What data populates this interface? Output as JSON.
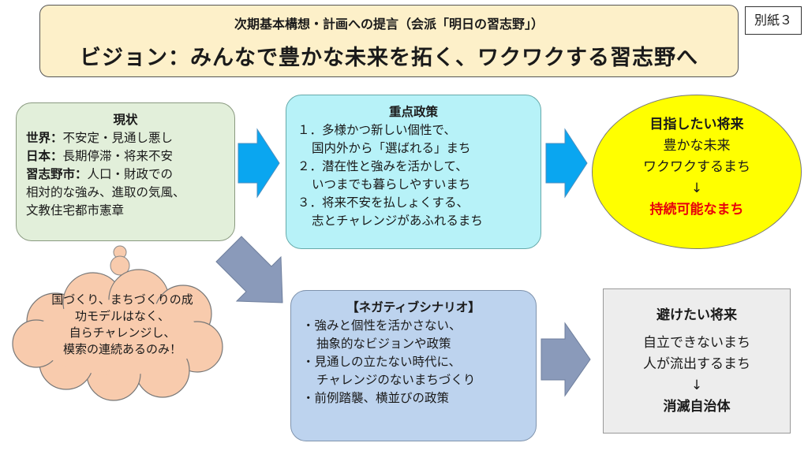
{
  "header": {
    "subtitle": "次期基本構想・計画への提言（会派「明日の習志野」）",
    "title": "ビジョン：みんなで豊かな未来を拓く、ワクワクする習志野へ",
    "appendix_label": "別紙３"
  },
  "current": {
    "heading": "現状",
    "world_label": "世界：",
    "world_text": "不安定・見通し悪し",
    "japan_label": "日本：",
    "japan_text": "長期停滞・将来不安",
    "city_label": "習志野市：",
    "city_text_1": "人口・財政での",
    "city_text_2": "相対的な強み、進取の気風、",
    "city_text_3": "文教住宅都市憲章"
  },
  "policy": {
    "heading": "重点政策",
    "items": [
      {
        "l1": "１．多様かつ新しい個性で、",
        "l2": "国内外から「選ばれる」まち"
      },
      {
        "l1": "２．潜在性と強みを活かして、",
        "l2": "いつまでも暮らしやすいまち"
      },
      {
        "l1": "３．将来不安を払しょくする、",
        "l2": "志とチャレンジがあふれるまち"
      }
    ]
  },
  "goal": {
    "heading": "目指したい将来",
    "line1": "豊かな未来",
    "line2": "ワクワクするまち",
    "arrow": "↓",
    "result": "持続可能なまち"
  },
  "cloud": {
    "lines": [
      "国づくり、まちづくりの成功モデルはなく、",
      "自らチャレンジし、",
      "模索の連続あるのみ！"
    ]
  },
  "negative": {
    "heading": "【ネガティブシナリオ】",
    "items": [
      {
        "l1": "・強みと個性を活かさない、",
        "l2": "抽象的なビジョンや政策"
      },
      {
        "l1": "・見通しの立たない時代に、",
        "l2": "チャレンジのないまちづくり"
      },
      {
        "l1": "・前例踏襲、横並びの政策",
        "l2": ""
      }
    ]
  },
  "avoid": {
    "heading": "避けたい将来",
    "line1": "自立できないまち",
    "line2": "人が流出するまち",
    "arrow": "↓",
    "result": "消滅自治体"
  },
  "colors": {
    "title_bg": "#fdf0c9",
    "current_bg": "#e2efda",
    "policy_bg": "#b7f2f8",
    "goal_bg": "#ffff00",
    "goal_result": "#e8000b",
    "cloud_bg": "#f8cbad",
    "negative_bg": "#bdd3ee",
    "avoid_bg": "#ededed",
    "arrow_blue": "#0aa6f0",
    "arrow_gray": "#8a9aba"
  }
}
